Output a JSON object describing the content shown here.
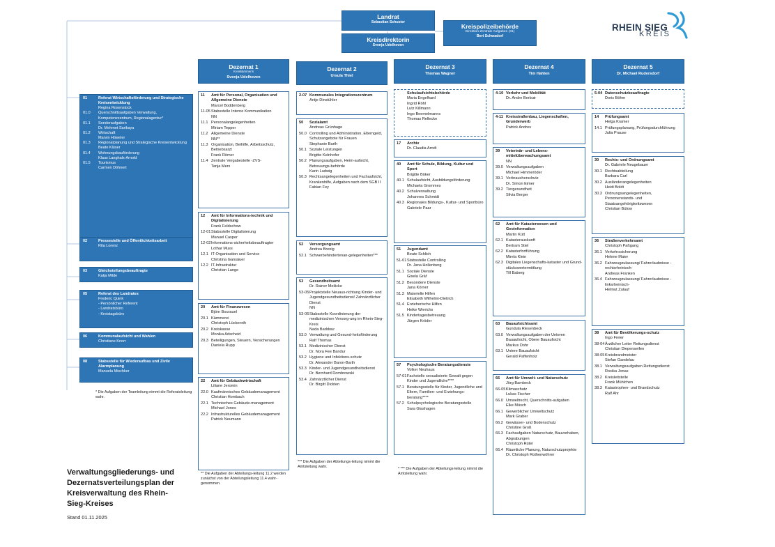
{
  "top": {
    "landrat": {
      "title": "Landrat",
      "name": "Sebastian Schuster"
    },
    "kreisdirektorin": {
      "title": "Kreisdirektorin",
      "name": "Svenja Udelhoven"
    },
    "kreispolizei": {
      "title": "Kreispolizeibehörde",
      "sub": "Direktion Zentrale Aufgaben (31)",
      "name": "Bert Schwadorf"
    }
  },
  "logo": {
    "line1": "RHEIN SIEG",
    "line2": "KREIS",
    "accent_color": "#2e9ad6",
    "text_color": "#2b3d55"
  },
  "colors": {
    "header_blue": "#2e75b6",
    "border_blue": "#3a6fa8"
  },
  "dezernate": [
    {
      "title": "Dezernat 1",
      "sub": "Kreiskämmerin",
      "name": "Svenja Udelhoven"
    },
    {
      "title": "Dezernat 2",
      "sub": "",
      "name": "Ursula Thiel"
    },
    {
      "title": "Dezernat 3",
      "sub": "",
      "name": "Thomas Wagner"
    },
    {
      "title": "Dezernat 4",
      "sub": "",
      "name": "Tim Hahlen"
    },
    {
      "title": "Dezernat 5",
      "sub": "",
      "name": "Dr. Michael Rudersdorf"
    }
  ],
  "left": [
    {
      "rows": [
        {
          "code": "01",
          "text": "Referat Wirtschaftsförderung und Strategische Kreisentwicklung",
          "bold": true
        },
        {
          "code": "",
          "text": "Regina Rosenstock"
        },
        {
          "code": "01.0",
          "text": "Querschnittsaufgaben Verwaltung, Kompetenzzentrum, Regionalagentur*"
        },
        {
          "code": "01.1",
          "text": "Sonderaufgaben"
        },
        {
          "code": "",
          "text": "Dr. Mehmet Sarikaya"
        },
        {
          "code": "01.2",
          "text": "Wirtschaft"
        },
        {
          "code": "",
          "text": "Marvin Höweler"
        },
        {
          "code": "01.3",
          "text": "Regionalplanung und Strategische Kreisentwicklung"
        },
        {
          "code": "",
          "text": "Beate Klüser"
        },
        {
          "code": "01.4",
          "text": "Wohnungsbauförderung"
        },
        {
          "code": "",
          "text": "Klaus Langhals-Arnold"
        },
        {
          "code": "01.5",
          "text": "Tourismus"
        },
        {
          "code": "",
          "text": "Carmen Döhnert"
        }
      ]
    },
    {
      "rows": [
        {
          "code": "02",
          "text": "Pressestelle und Öffentlichkeitsarbeit",
          "bold": true
        },
        {
          "code": "",
          "text": "Rita Lorenz"
        }
      ]
    },
    {
      "rows": [
        {
          "code": "03",
          "text": "Gleichstellungsbeauftragte",
          "bold": true
        },
        {
          "code": "",
          "text": "Katja Milde"
        }
      ]
    },
    {
      "rows": [
        {
          "code": "05",
          "text": "Referat des Landrates",
          "bold": true
        },
        {
          "code": "",
          "text": "Frederic Quink"
        },
        {
          "code": "",
          "text": "- Persönlicher Referent"
        },
        {
          "code": "",
          "text": "- Landratsbüro"
        },
        {
          "code": "",
          "text": "- Kreistagsbüro"
        }
      ]
    },
    {
      "rows": [
        {
          "code": "06",
          "text": "Kommunalaufsicht und Wahlen",
          "bold": true
        },
        {
          "code": "",
          "text": "Christiane Knorr"
        }
      ]
    },
    {
      "rows": [
        {
          "code": "08",
          "text": "Stabsstelle für Wiederaufbau und Zivile Alarmplanung",
          "bold": true
        },
        {
          "code": "",
          "text": "Manuela Mischker"
        }
      ]
    }
  ],
  "left_note": "* Die Aufgaben der Teamleitung nimmt die Referatsleitung wahr.",
  "columns": [
    [
      {
        "code": "11",
        "title": "Amt für Personal, Organisation und Allgemeine Dienste",
        "person": "Marcel Boddenberg",
        "subs": [
          {
            "code": "11-05",
            "text": "Stabsstelle Interne Kommunikation",
            "person": "NN"
          },
          {
            "code": "11.1",
            "text": "Personalangelegenheiten",
            "person": "Miriam Tepper"
          },
          {
            "code": "11.2",
            "text": "Allgemeine Dienste",
            "person": "NN**"
          },
          {
            "code": "11.3",
            "text": "Organisation, Beihilfe, Arbeitsschutz, Betriebsarzt",
            "person": "Frank Römer"
          },
          {
            "code": "11.4",
            "text": "Zentrale Vergabestelle -ZVS-",
            "person": "Tanja Merx"
          }
        ]
      },
      {
        "code": "12",
        "title": "Amt für Informations-technik und Digitalisierung",
        "person": "Frank Feldschow",
        "subs": [
          {
            "code": "12-01",
            "text": "Stabsstelle Digitalisierung",
            "person": "Manuel Casper"
          },
          {
            "code": "12-02",
            "text": "Informations-sicherheitsbeauftragter",
            "person": "Lothar Muss"
          },
          {
            "code": "12.1",
            "text": "IT-Organisation und Service",
            "person": "Christina Gansäuer"
          },
          {
            "code": "12.2",
            "text": "IT-Infrastruktur",
            "person": "Christian Lange"
          }
        ]
      },
      {
        "code": "20",
        "title": "Amt für Finanzwesen",
        "person": "Björn Bourauel",
        "subs": [
          {
            "code": "20.1",
            "text": "Kämmerei",
            "person": "Christoph Lückeroth"
          },
          {
            "code": "20.2",
            "text": "Kreiskasse",
            "person": "Monika Adscheid"
          },
          {
            "code": "20.3",
            "text": "Beteiligungen, Steuern, Versicherungen",
            "person": "Daniela Rupp"
          }
        ]
      },
      {
        "code": "22",
        "title": "Amt für Gebäudewirtschaft",
        "person": "Liliane Jeromin",
        "subs": [
          {
            "code": "22.0",
            "text": "Kaufmännisches Gebäudemanagement",
            "person": "Christian Hombach"
          },
          {
            "code": "22.1",
            "text": "Technisches Gebäude-management",
            "person": "Michael Jones"
          },
          {
            "code": "22.2",
            "text": "Infrastrukturelles Gebäudemanagement",
            "person": "Patrick Neumann"
          }
        ]
      }
    ],
    [
      {
        "code": "2-07",
        "title": "Kommunales Integrationszentrum",
        "person": "Antje Dinstühler",
        "subs": []
      },
      {
        "code": "50",
        "title": "Sozialamt",
        "person": "Andreas Grünhage",
        "subs": [
          {
            "code": "50.0",
            "text": "Controlling und Administration, Elterngeld, Schutzangebote für Frauen",
            "person": "Stephanie Barth"
          },
          {
            "code": "50.1",
            "text": "Soziale Leistungen",
            "person": "Brigitte Kelnhofer"
          },
          {
            "code": "50.2",
            "text": "Planungsaufgaben, Heim-aufsicht, Betreuungs-behörde",
            "person": "Karin Ludwig"
          },
          {
            "code": "50.3",
            "text": "Rechtsangelegenheiten und Fachaufsicht, Krankenhilfe, Aufgaben nach dem SGB II",
            "person": "Fabian Fey"
          }
        ]
      },
      {
        "code": "52",
        "title": "Versorgungsamt",
        "person": "Andrea Brenig",
        "subs": [
          {
            "code": "52.1",
            "text": "Schwerbehindertenan-gelegenheiten***",
            "person": ""
          }
        ]
      },
      {
        "code": "53",
        "title": "Gesundheitsamt",
        "person": "Dr. Rainer Meilicke",
        "subs": [
          {
            "code": "53-05",
            "text": "Projektstelle Neuaus-richtung Kinder- und Jugendgesundheitsdienst/ Zahnärztlicher Dienst",
            "person": "NN"
          },
          {
            "code": "53-06",
            "text": "Stabsstelle Koordinierung der medizinischen Versorg-ung im Rhein-Sieg-Kreis",
            "person": "Nada Baddour"
          },
          {
            "code": "53.0",
            "text": "Verwaltung und Gesund-heitsförderung",
            "person": "Ralf Thomas"
          },
          {
            "code": "53.1",
            "text": "Medizinischer Dienst",
            "person": "Dr. Nora Fee Bandur"
          },
          {
            "code": "53.2",
            "text": "Hygiene und Infektions-schutz",
            "person": "Dr. Alexander Baron-Barth"
          },
          {
            "code": "53.3",
            "text": "Kinder- und Jugendgesundheitsdienst",
            "person": "Dr. Bernhard Dombrowski"
          },
          {
            "code": "53.4",
            "text": "Zahnärztlicher Dienst",
            "person": "Dr. Birgitt Dickten"
          }
        ]
      }
    ],
    [
      {
        "code": "",
        "title": "Schulaufsichtsbehörde",
        "person": "",
        "dashed": true,
        "plain": [
          "Maria Engelhard",
          "Ingrid Röhl",
          "Lutz Killmann",
          "Ingo Beemelmanns",
          "Thomas Rellecke"
        ],
        "subs": []
      },
      {
        "code": "17",
        "title": "Archiv",
        "person": "Dr. Claudia Arndt",
        "subs": []
      },
      {
        "code": "40",
        "title": "Amt für Schule, Bildung, Kultur und Sport",
        "person": "Brigitte Böker",
        "subs": [
          {
            "code": "40.1",
            "text": "Schulaufsicht, Ausbildungsförderung",
            "person": "Michaela Grommes"
          },
          {
            "code": "40.2",
            "text": "Schulverwaltung",
            "person": "Johannes Schmidt"
          },
          {
            "code": "40.3",
            "text": "Regionales Bildungs-, Kultur- und Sportbüro",
            "person": "Gabriele Paar"
          }
        ]
      },
      {
        "code": "51",
        "title": "Jugendamt",
        "person": "Beate Schlich",
        "subs": [
          {
            "code": "51-01",
            "text": "Stabsstelle Controlling",
            "person": "Dr. Jana Hollenberg"
          },
          {
            "code": "51.1",
            "text": "Soziale Dienste",
            "person": "Gisela Gräf"
          },
          {
            "code": "51.2",
            "text": "Besondere Dienste",
            "person": "Jana Körner"
          },
          {
            "code": "51.3",
            "text": "Materielle Hilfen",
            "person": "Elisabeth Wilhelmi-Dietrich"
          },
          {
            "code": "51.4",
            "text": "Erzieherische Hilfen",
            "person": "Heike Wierichs"
          },
          {
            "code": "51.5",
            "text": "Kindertagesbetreuung",
            "person": "Jürgen Kröder"
          }
        ]
      },
      {
        "code": "57",
        "title": "Psychologische Beratungsdienste",
        "person": "Volker Neuhaus",
        "subs": [
          {
            "code": "57-01",
            "text": "Fachstelle sexualisierte Gewalt gegen Kinder und Jugendliche****",
            "person": ""
          },
          {
            "code": "57.1",
            "text": "Beratungsstelle für Kinder, Jugendliche und Eltern, Familien- und Erziehungs-beratung****",
            "person": ""
          },
          {
            "code": "57.2",
            "text": "Schulpsychologische Beratungsstelle",
            "person": "Sara Glashagen"
          }
        ]
      }
    ],
    [
      {
        "code": "4-10",
        "title": "Verkehr und Mobilität",
        "person": "Dr. Andre Berbuir",
        "subs": []
      },
      {
        "code": "4-11",
        "title": "Kreisstraßenbau, Liegenschaften, Grunderwerb",
        "person": "Patrick Andres",
        "subs": []
      },
      {
        "code": "39",
        "title": "Veterinär- und Lebens-mittelüberwachungsamt",
        "person": "NN",
        "subs": [
          {
            "code": "39.0",
            "text": "Verwaltungsaufgaben",
            "person": "Michael Himmeröder"
          },
          {
            "code": "39.1",
            "text": "Verbraucherschutz",
            "person": "Dr. Simon Eimer"
          },
          {
            "code": "39.2",
            "text": "Tiergesundheit",
            "person": "Silvia Berger"
          }
        ]
      },
      {
        "code": "62",
        "title": "Amt für Katasterwesen und Geoinformation",
        "person": "Martin Kütt",
        "subs": [
          {
            "code": "62.1",
            "text": "Katasterauskunft",
            "person": "Bertram Stiel"
          },
          {
            "code": "62.2",
            "text": "Katasterfortführung",
            "person": "Mirela Klein"
          },
          {
            "code": "62.3",
            "text": "Digitales Liegenschafts-kataster und Grund-stückswertermittlung",
            "person": "Till Baberg"
          }
        ]
      },
      {
        "code": "63",
        "title": "Bauaufsichtsamt",
        "person": "Gundula Riesenbeck",
        "subs": [
          {
            "code": "63.0",
            "text": "Verwaltungsaufgaben der Unteren Bauaufsicht, Obere Bauaufsicht",
            "person": "Markus Dohr"
          },
          {
            "code": "63.1",
            "text": "Untere Bauaufsicht",
            "person": "Gerald Paffenholz"
          }
        ]
      },
      {
        "code": "66",
        "title": "Amt für Umwelt- und Naturschutz",
        "person": "Jörg Bambeck",
        "subs": [
          {
            "code": "66-05",
            "text": "Klimaschutz",
            "person": "Lukas Fischer"
          },
          {
            "code": "66.0",
            "text": "Umweltrecht, Querschnitts-aufgaben",
            "person": "Elke Müsch"
          },
          {
            "code": "66.1",
            "text": "Gewerblicher Umweltschutz",
            "person": "Mark Graber"
          },
          {
            "code": "66.2",
            "text": "Gewässer- und Bodenschutz",
            "person": "Christine Groß"
          },
          {
            "code": "66.3",
            "text": "Fachaufgaben Naturschutz, Bauvorhaben, Abgrabungen",
            "person": "Christoph Rüter"
          },
          {
            "code": "66.4",
            "text": "Räumliche Planung, Naturschutzprojekte",
            "person": "Dr. Christoph Rothenwöhrer"
          }
        ]
      }
    ],
    [
      {
        "code": "5-04",
        "title": "Datenschutzbeauftragte",
        "person": "Doris Böhm",
        "dashed": true,
        "subs": []
      },
      {
        "code": "14",
        "title": "Prüfungsamt",
        "person": "Helga Kramer",
        "subs": [
          {
            "code": "14.1",
            "text": "Prüfungsplanung, Prüfungsdurchführung",
            "person": "Julia Prause"
          }
        ]
      },
      {
        "code": "30",
        "title": "Rechts- und Ordnungsamt",
        "person": "Dr. Gabriele Neugebauer",
        "subs": [
          {
            "code": "30.1",
            "text": "Rechtsabteilung",
            "person": "Barbara Carl"
          },
          {
            "code": "30.2",
            "text": "Ausländerangelegenheiten",
            "person": "Heidi Boldt"
          },
          {
            "code": "30.3",
            "text": "Ordnungsangelegenheiten, Personenstands- und Staatsangehörigkeitswesen",
            "person": "Christian Bülow"
          }
        ]
      },
      {
        "code": "36",
        "title": "Straßenverkehrsamt",
        "person": "Christoph Paßgang",
        "subs": [
          {
            "code": "36.1",
            "text": "Verkehrssicherung",
            "person": "Helene Maier"
          },
          {
            "code": "36.2",
            "text": "Fahrzeugzulassung/ Fahrerlaubnisse -rechtsrheinisch-",
            "person": "Andreas Franken"
          },
          {
            "code": "36.4",
            "text": "Fahrzeugzulassung/ Fahrerlaubnisse -linksrheinisch-",
            "person": "Helmut Zulauf"
          }
        ]
      },
      {
        "code": "38",
        "title": "Amt für Bevölkerungs-schutz",
        "person": "Ingo Freier",
        "subs": [
          {
            "code": "38-04",
            "text": "Ärztlicher Leiter Rettungsdienst",
            "person": "Christian Diepenseifen"
          },
          {
            "code": "38-05",
            "text": "Kreisbrandmeister",
            "person": "Stefan Gandelau"
          },
          {
            "code": "38.1",
            "text": "Verwaltungsaufgaben Rettungsdienst",
            "person": "Rosika Jonas"
          },
          {
            "code": "38.2",
            "text": "Kreisleitstelle",
            "person": "Frank Mühlchen"
          },
          {
            "code": "38.3",
            "text": "Katastrophen- und Brandschutz",
            "person": "Ralf Ahr"
          }
        ]
      }
    ]
  ],
  "notes": {
    "d1": "** Die Aufgaben der Abteilungs-leitung 11.2 werden zunächst von der Abteilungsleitung 11.4 wahr-genommen.",
    "d2": "*** Die Aufgaben der Abteilungs-leitung nimmt die Amtsleitung wahr.",
    "d3": "* *** Die Aufgaben der Abteilungs-leitung nimmt die Amtsleitung wahr."
  },
  "plan": {
    "title": "Verwaltungsgliederungs- und Dezernatsverteilungsplan der Kreisverwaltung des Rhein-Sieg-Kreises",
    "stand": "Stand 01.11.2025"
  }
}
